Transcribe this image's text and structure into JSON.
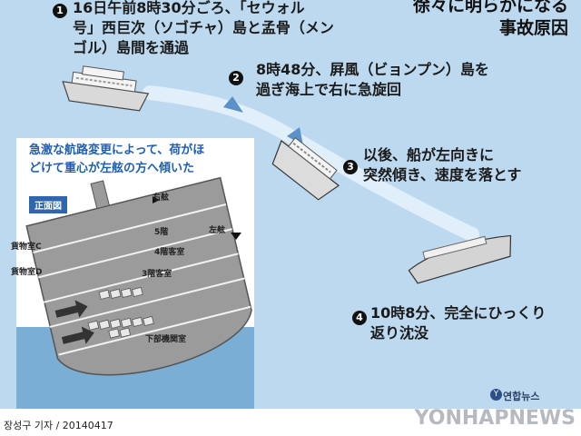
{
  "title": {
    "line1": "徐々に明らかになる",
    "line2": "事故原因"
  },
  "steps": [
    {
      "num": "1",
      "line1": "16日午前8時30分ごろ、「セウォル",
      "line2": "号」西巨次（ソゴチャ）島と孟骨（メン",
      "line3": "ゴル）島間を通過"
    },
    {
      "num": "2",
      "line1": "8時48分、屛風（ビョンプン）島を",
      "line2": "過ぎ海上で右に急旋回"
    },
    {
      "num": "3",
      "line1": "以後、船が左向きに",
      "line2": "突然傾き、速度を落とす"
    },
    {
      "num": "4",
      "line1": "10時8分、完全にひっくり",
      "line2": "返り沈没"
    }
  ],
  "panel": {
    "caption1": "急激な航路変更によって、荷がほ",
    "caption2": "どけて重心が左舷の方へ傾いた",
    "view_label": "正面図",
    "starboard": "右舷",
    "port": "左舷",
    "deck5": "5階",
    "deck4": "4階客室",
    "deck3": "3階客室",
    "cargo_c": "貨物室C",
    "cargo_d": "貨物室D",
    "engine": "下部機関室"
  },
  "footer": {
    "credit": "장성구 기자 / 20140417",
    "agency": "연합뉴스",
    "agency_mark": "Y",
    "watermark": "YONHAPNEWS"
  },
  "colors": {
    "sea": "#bcd9ef",
    "route": "#7fb3de",
    "ship_hull": "#e6e6e6",
    "panel_hull": "#8c8c8c",
    "caption_blue": "#1f5fb0"
  }
}
